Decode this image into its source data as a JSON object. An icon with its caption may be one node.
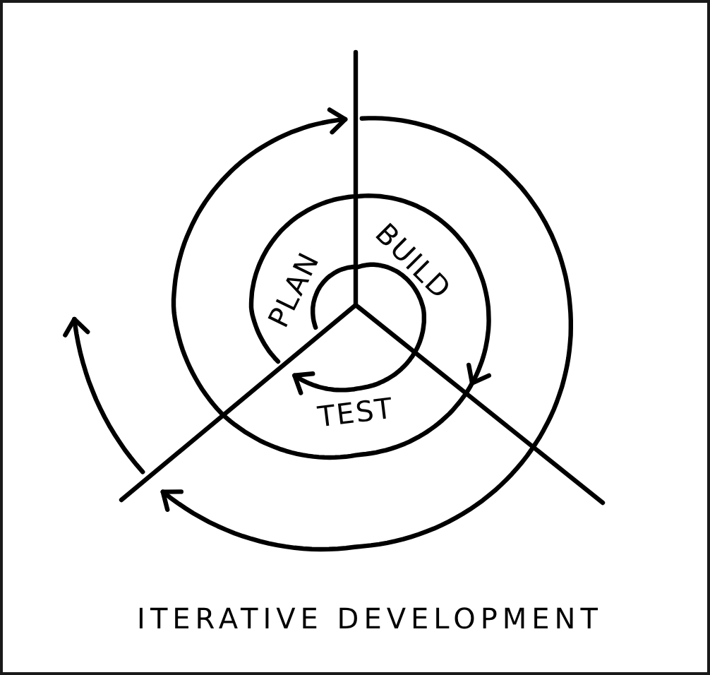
{
  "diagram": {
    "title": "ITERATIVE DEVELOPMENT",
    "labels": [
      "PLAN",
      "BUILD",
      "TEST"
    ]
  }
}
